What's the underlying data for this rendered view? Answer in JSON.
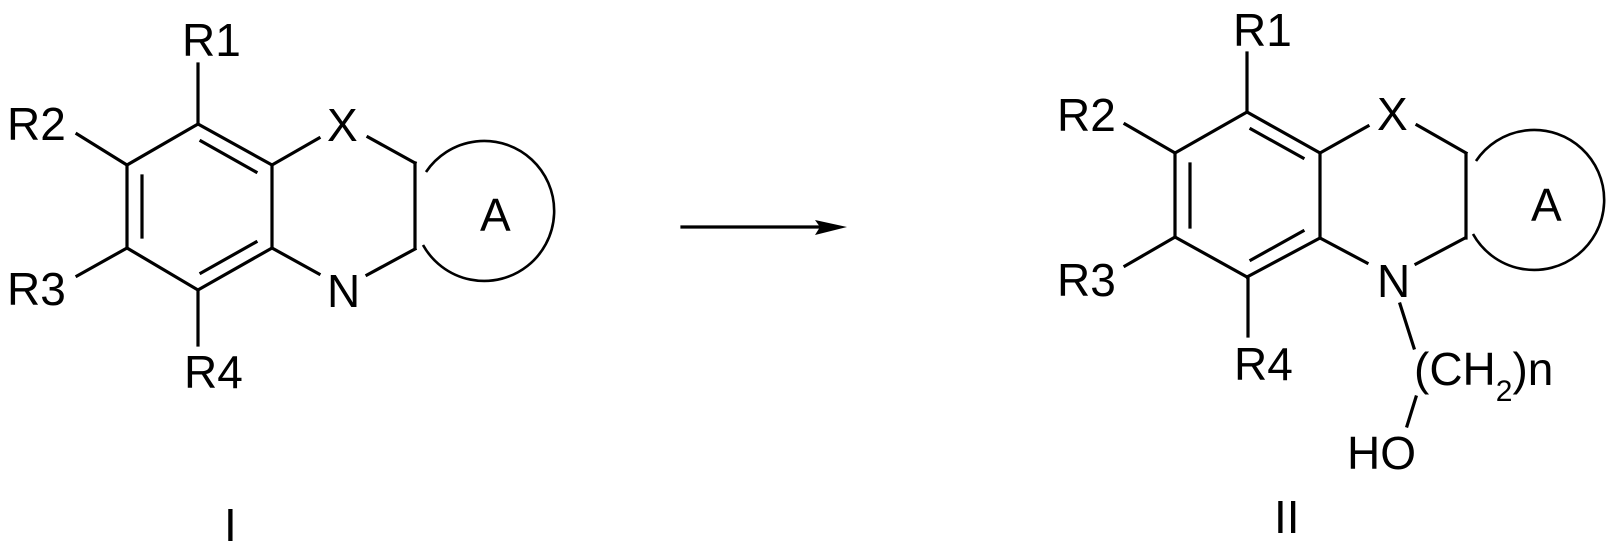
{
  "reaction": {
    "arrow": "→",
    "reactant": {
      "id_label": "I",
      "substituents": {
        "r1": "R1",
        "r2": "R2",
        "r3": "R3",
        "r4": "R4"
      },
      "heteroatom_top": "X",
      "heteroatom_bottom": "N",
      "ring_label": "A"
    },
    "product": {
      "id_label": "II",
      "substituents": {
        "r1": "R1",
        "r2": "R2",
        "r3": "R3",
        "r4": "R4"
      },
      "heteroatom_top": "X",
      "heteroatom_bottom": "N",
      "ring_label": "A",
      "side_chain": {
        "open": "(CH",
        "sub": "2",
        "close": ")n",
        "terminal": "HO"
      }
    }
  },
  "colors": {
    "line": "#000000",
    "background": "#ffffff"
  }
}
